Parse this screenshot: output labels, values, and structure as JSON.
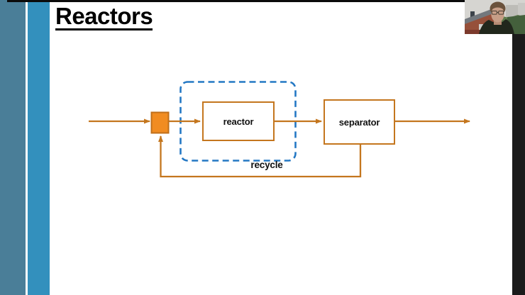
{
  "frame": {
    "top_bar_color": "#0b0b0b",
    "right_filmstrip_color": "#1b1b1b",
    "left_accent_bar_dark": "#4a7e98",
    "left_accent_bar_light": "#3390bd"
  },
  "slide": {
    "title": "Reactors",
    "background": "#ffffff"
  },
  "diagram": {
    "reactor_label": "reactor",
    "separator_label": "separator",
    "recycle_label": "recycle",
    "colors": {
      "stream_line": "#c4761e",
      "mixer_fill": "#f18c21",
      "mixer_border": "#c06f1a",
      "unit_border": "#c4761e",
      "boundary_dash": "#2478c4",
      "label_text": "#111111"
    }
  },
  "webcam": {
    "colors": {
      "sky": "#d6d5d1",
      "foliage": "#5f7b4c",
      "roof": "#73787d",
      "brick": "#96503a",
      "clothing": "#21271c",
      "skin": "#c79e87",
      "hair": "#6b523c"
    }
  }
}
